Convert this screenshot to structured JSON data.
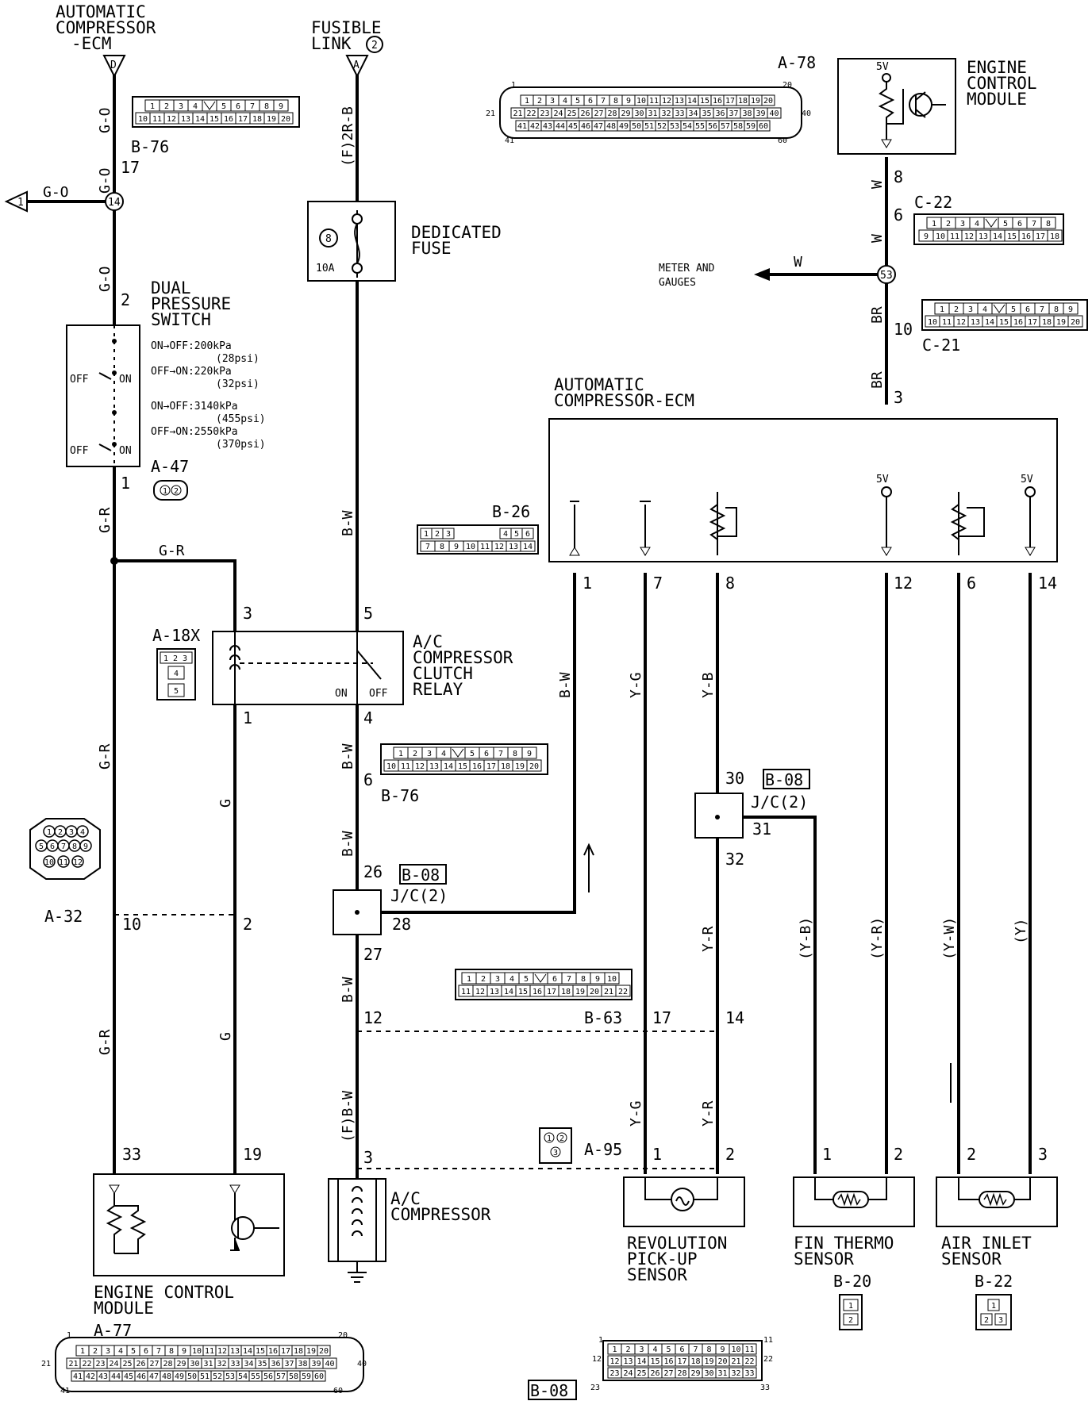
{
  "top_left": {
    "title_lines": [
      "AUTOMATIC",
      "COMPRESSOR",
      "-ECM"
    ],
    "terminal": "D",
    "wire_top": "G-O",
    "connector": "B-76",
    "pin": "17",
    "wire_mid": "G-O",
    "junction": "14",
    "branch_wire": "G-O",
    "branch_terminal": "1",
    "wire_low": "G-O"
  },
  "top_mid": {
    "title_lines": [
      "FUSIBLE",
      "LINK"
    ],
    "link_number": "2",
    "terminal": "A",
    "wire": "(F)2R-B"
  },
  "fuse": {
    "label_lines": [
      "DEDICATED",
      "FUSE"
    ],
    "number": "8",
    "rating": "10A"
  },
  "switch": {
    "title_lines": [
      "DUAL",
      "PRESSURE",
      "SWITCH"
    ],
    "pin_top": "2",
    "pin_bottom": "1",
    "connector": "A-47",
    "off": "OFF",
    "on": "ON",
    "specs": [
      "ON→OFF:200kPa",
      "(28psi)",
      "OFF→ON:220kPa",
      "(32psi)",
      "ON→OFF:3140kPa",
      "(455psi)",
      "OFF→ON:2550kPa",
      "(370psi)"
    ]
  },
  "relay": {
    "label_lines": [
      "A/C",
      "COMPRESSOR",
      "CLUTCH",
      "RELAY"
    ],
    "connector": "A-18X",
    "pins": {
      "p3": "3",
      "p5": "5",
      "p1": "1",
      "p4": "4"
    },
    "on": "ON",
    "off": "OFF",
    "conn_cells": [
      "1",
      "2",
      "3",
      "4",
      "5"
    ]
  },
  "left_wires": {
    "gr": "G-R",
    "g": "G",
    "a32": "A-32",
    "p10": "10",
    "p2": "2",
    "p33": "33",
    "p19": "19",
    "a32_pins": [
      "1",
      "2",
      "3",
      "4",
      "5",
      "6",
      "7",
      "8",
      "9",
      "10",
      "11",
      "12"
    ]
  },
  "mid_wires": {
    "bw": "B-W",
    "fbw": "(F)B-W",
    "p6": "6",
    "b76": "B-76",
    "p26": "26",
    "p28": "28",
    "p27": "27",
    "p12": "12",
    "p3": "3",
    "jc": "J/C(2)",
    "b08": "B-08",
    "b63": "B-63",
    "b63_17": "17",
    "b63_14": "14"
  },
  "ecm_right": {
    "title_lines": [
      "AUTOMATIC",
      "COMPRESSOR-ECM"
    ],
    "connector": "B-26",
    "five_v": "5V",
    "pins": [
      "1",
      "7",
      "8",
      "12",
      "6",
      "14"
    ],
    "wires": [
      "B-W",
      "Y-G",
      "Y-B",
      "(Y-R)",
      "(Y-W)",
      "(Y)"
    ],
    "wire_yr": "Y-R",
    "wire_yb": "(Y-B)",
    "jc_pins": [
      "30",
      "31",
      "32"
    ],
    "jc": "J/C(2)",
    "b08": "B-08",
    "b26_cells": [
      "1",
      "2",
      "3",
      "4",
      "5",
      "6",
      "7",
      "8",
      "9",
      "10",
      "11",
      "12",
      "13",
      "14"
    ]
  },
  "ecm_top_right": {
    "connector": "A-78",
    "five_v": "5V",
    "label_lines": [
      "ENGINE",
      "CONTROL",
      "MODULE"
    ],
    "pin8": "8",
    "wire_w": "W",
    "c22": "C-22",
    "pin6": "6",
    "junction": "53",
    "meter_lines": [
      "METER AND",
      "GAUGES"
    ],
    "wire_br": "BR",
    "pin10": "10",
    "c21": "C-21",
    "pin3": "3"
  },
  "bottom": {
    "ecm_lines": [
      "ENGINE CONTROL",
      "MODULE"
    ],
    "a77": "A-77",
    "compressor_lines": [
      "A/C",
      "COMPRESSOR"
    ],
    "a95": "A-95",
    "a95_cells": [
      "1",
      "2",
      "3"
    ],
    "rev_lines": [
      "REVOLUTION",
      "PICK-UP",
      "SENSOR"
    ],
    "fin_lines": [
      "FIN THERMO",
      "SENSOR"
    ],
    "air_lines": [
      "AIR INLET",
      "SENSOR"
    ],
    "b20": "B-20",
    "b22": "B-22",
    "b08": "B-08",
    "pin1": "1",
    "pin2": "2",
    "pin3": "3",
    "yg": "Y-G",
    "yr": "Y-R",
    "b20_cells": [
      "1",
      "2"
    ],
    "b22_cells": [
      "1",
      "2",
      "3"
    ]
  },
  "conn_20": {
    "row1": [
      "1",
      "2",
      "3",
      "4",
      "",
      "5",
      "6",
      "7",
      "8",
      "9"
    ],
    "row2": [
      "10",
      "11",
      "12",
      "13",
      "14",
      "15",
      "16",
      "17",
      "18",
      "19",
      "20"
    ]
  },
  "conn_18": {
    "row1": [
      "1",
      "2",
      "3",
      "4",
      "",
      "5",
      "6",
      "7",
      "8"
    ],
    "row2": [
      "9",
      "10",
      "11",
      "12",
      "13",
      "14",
      "15",
      "16",
      "17",
      "18"
    ]
  },
  "conn_22": {
    "row1": [
      "1",
      "2",
      "3",
      "4",
      "5",
      "",
      "6",
      "7",
      "8",
      "9",
      "10"
    ],
    "row2": [
      "11",
      "12",
      "13",
      "14",
      "15",
      "16",
      "17",
      "18",
      "19",
      "20",
      "21",
      "22"
    ]
  },
  "conn_33": {
    "corner": [
      "1",
      "11",
      "12",
      "22",
      "23",
      "33"
    ],
    "row1": [
      "1",
      "2",
      "3",
      "4",
      "5",
      "6",
      "7",
      "8",
      "9",
      "10",
      "11"
    ],
    "row2": [
      "12",
      "13",
      "14",
      "15",
      "16",
      "17",
      "18",
      "19",
      "20",
      "21",
      "22"
    ],
    "row3": [
      "23",
      "24",
      "25",
      "26",
      "27",
      "28",
      "29",
      "30",
      "31",
      "32",
      "33"
    ]
  },
  "conn_60": {
    "corner": [
      "1",
      "20",
      "21",
      "40",
      "41",
      "60"
    ],
    "row1": [
      "1",
      "2",
      "3",
      "4",
      "5",
      "6",
      "7",
      "8",
      "9",
      "10",
      "11",
      "12",
      "13",
      "14",
      "15",
      "16",
      "17",
      "18",
      "19",
      "20"
    ],
    "row2": [
      "21",
      "22",
      "23",
      "24",
      "25",
      "26",
      "27",
      "28",
      "29",
      "30",
      "31",
      "32",
      "33",
      "34",
      "35",
      "36",
      "37",
      "38",
      "39",
      "40"
    ],
    "row3": [
      "41",
      "42",
      "43",
      "44",
      "45",
      "46",
      "47",
      "48",
      "49",
      "50",
      "51",
      "52",
      "53",
      "54",
      "55",
      "56",
      "57",
      "58",
      "59",
      "60"
    ]
  }
}
